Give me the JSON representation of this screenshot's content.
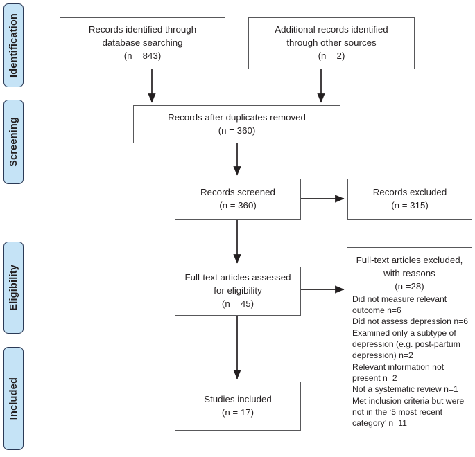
{
  "diagram": {
    "title": "PRISMA flow diagram",
    "accent_color": "#c5e3f6",
    "stage_border_color": "#2b3a56",
    "box_border_color": "#58585a",
    "text_color": "#231f20"
  },
  "stages": [
    {
      "label": "Identification"
    },
    {
      "label": "Screening"
    },
    {
      "label": "Eligibility"
    },
    {
      "label": "Included"
    }
  ],
  "nodes": {
    "database_records": {
      "text": "Records identified through\ndatabase searching\n(n = 843)"
    },
    "other_records": {
      "text": "Additional records identified\nthrough other sources\n(n = 2)"
    },
    "duplicates_removed": {
      "text": "Records after duplicates removed\n(n = 360)"
    },
    "records_screened": {
      "text": "Records screened\n(n = 360)"
    },
    "records_excluded": {
      "text": "Records excluded\n(n = 315)"
    },
    "fulltext_assessed": {
      "text": "Full-text articles assessed\nfor eligibility\n(n = 45)"
    },
    "fulltext_excluded": {
      "heading": "Full-text articles excluded,\nwith reasons\n(n =28)",
      "reasons": [
        "Did not measure relevant",
        "outcome n=6",
        "Did not assess depression n=6",
        "Examined only a subtype of",
        "depression (e.g. post-partum",
        "depression) n=2",
        "Relevant information not",
        "present n=2",
        "Not a systematic review n=1",
        "Met inclusion criteria but were",
        "not in the ‘5 most recent",
        "category’ n=11"
      ]
    },
    "studies_included": {
      "text": "Studies included\n(n = 17)"
    }
  }
}
